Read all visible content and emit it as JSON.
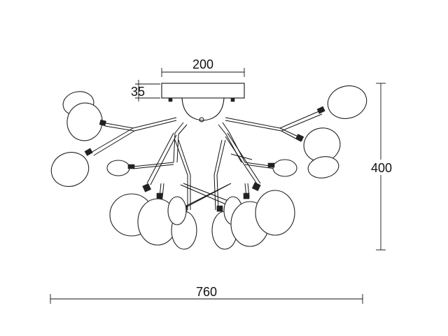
{
  "dimensions": {
    "canopy_width": "200",
    "canopy_height": "35",
    "overall_height": "400",
    "overall_width": "760"
  }
}
